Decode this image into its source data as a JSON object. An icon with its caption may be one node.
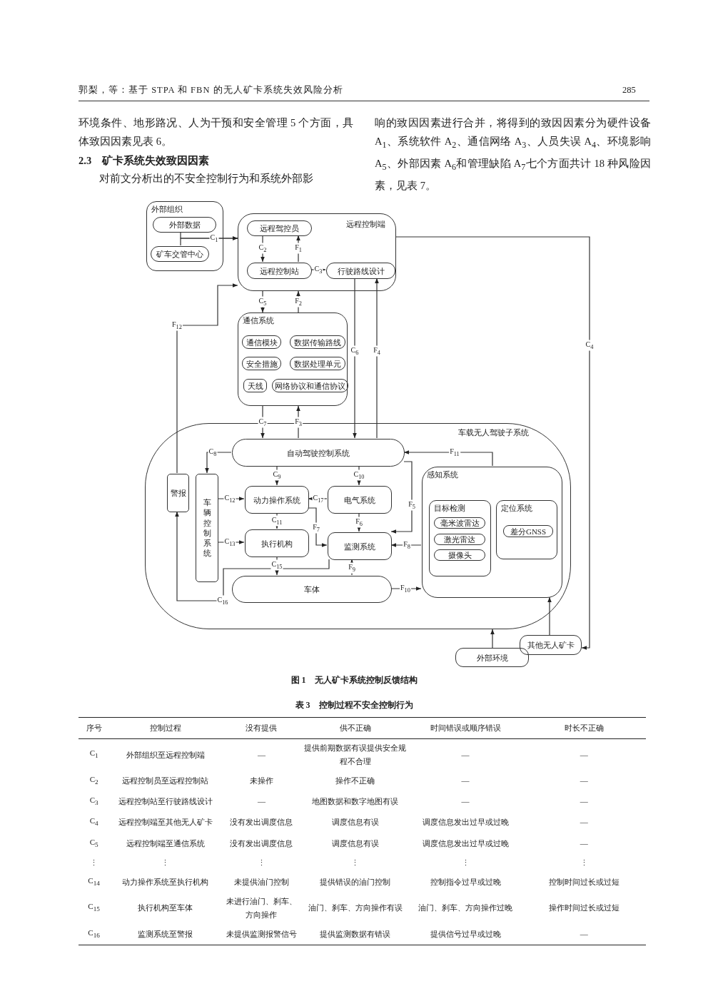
{
  "diagram": {
    "caption": "图 1　无人矿卡系统控制反馈结构",
    "nodes": [
      {
        "text": [
          "外部组织"
        ]
      },
      {
        "text": [
          "外部数据"
        ],
        "in": 0
      },
      {
        "text": [
          "矿车交管中心"
        ],
        "in": 0
      },
      {
        "text": [
          "远程控制端"
        ]
      },
      {
        "text": [
          "远程驾控员"
        ],
        "in": 3
      },
      {
        "text": [
          "远程控制站"
        ],
        "in": 3
      },
      {
        "text": [
          "行驶路线设计"
        ],
        "in": 3
      },
      {
        "text": [
          "通信系统"
        ]
      },
      {
        "text": [
          "通信模块"
        ],
        "in": 7
      },
      {
        "text": [
          "数据传输路线"
        ],
        "in": 7
      },
      {
        "text": [
          "安全措施"
        ],
        "in": 7
      },
      {
        "text": [
          "数据处理单元"
        ],
        "in": 7
      },
      {
        "text": [
          "天线"
        ],
        "in": 7
      },
      {
        "text": [
          "网络协议和通信协议"
        ],
        "in": 7
      },
      {
        "text": [
          "车载无人驾驶子系统"
        ]
      },
      {
        "text": [
          "自动驾驶控制系统"
        ],
        "in": 14
      },
      {
        "text": [
          "警报"
        ],
        "in": 14
      },
      {
        "text": [
          "车辆控制系统"
        ],
        "in": 14
      },
      {
        "text": [
          "动力操作系统"
        ],
        "in": 14
      },
      {
        "text": [
          "电气系统"
        ],
        "in": 14
      },
      {
        "text": [
          "执行机构"
        ],
        "in": 14
      },
      {
        "text": [
          "监测系统"
        ],
        "in": 14
      },
      {
        "text": [
          "车体"
        ],
        "in": 14
      },
      {
        "text": [
          "感知系统"
        ],
        "in": 14
      },
      {
        "text": [
          "目标检测"
        ],
        "in": 23
      },
      {
        "text": [
          "毫米波雷达"
        ],
        "in": 24
      },
      {
        "text": [
          "激光雷达"
        ],
        "in": 24
      },
      {
        "text": [
          "摄像头"
        ],
        "in": 24
      },
      {
        "text": [
          "定位系统"
        ],
        "in": 23
      },
      {
        "text": [
          "差分GNSS"
        ],
        "in": 28
      },
      {
        "text": [
          "外部环境"
        ]
      },
      {
        "text": [
          "其他无人矿卡"
        ]
      }
    ],
    "edges": [
      {
        "from": 1,
        "to": 3,
        "arrow": "to",
        "label": "C$_{1}$"
      },
      {
        "from": 2,
        "to": 3,
        "arrow": "to"
      },
      {
        "from": 4,
        "to": 5,
        "arrow": "to",
        "label": "C$_{2}$"
      },
      {
        "from": 5,
        "to": 4,
        "arrow": "to",
        "label": "F$_{1}$"
      },
      {
        "from": 5,
        "to": 6,
        "arrow": "to",
        "label": "C$_{3}$"
      },
      {
        "from": 3,
        "to": 31,
        "arrow": "to",
        "label": "C$_{4}$"
      },
      {
        "from": 3,
        "to": 7,
        "arrow": "to",
        "label": "C$_{5}$"
      },
      {
        "from": 7,
        "to": 3,
        "arrow": "to",
        "label": "F$_{2}$"
      },
      {
        "from": 6,
        "to": 15,
        "arrow": "to",
        "label": "C$_{6}$"
      },
      {
        "from": 15,
        "to": 6,
        "arrow": "to",
        "label": "F$_{4}$"
      },
      {
        "from": 7,
        "to": 15,
        "arrow": "to",
        "label": "C$_{7}$"
      },
      {
        "from": 15,
        "to": 7,
        "arrow": "to",
        "label": "F$_{3}$"
      },
      {
        "from": 16,
        "to": 3,
        "arrow": "to",
        "label": "F$_{12}$"
      },
      {
        "from": 15,
        "to": 17,
        "arrow": "to",
        "label": "C$_{8}$"
      },
      {
        "from": 15,
        "to": 18,
        "arrow": "to",
        "label": "C$_{9}$"
      },
      {
        "from": 15,
        "to": 19,
        "arrow": "to",
        "label": "C$_{10}$"
      },
      {
        "from": 17,
        "to": 18,
        "arrow": "to",
        "label": "C$_{12}$"
      },
      {
        "from": 19,
        "to": 18,
        "arrow": "to",
        "label": "C$_{17}$"
      },
      {
        "from": 18,
        "to": 20,
        "arrow": "to",
        "label": "C$_{11}$"
      },
      {
        "from": 17,
        "to": 20,
        "arrow": "to",
        "label": "C$_{13}$"
      },
      {
        "from": 18,
        "to": 21,
        "arrow": "to",
        "label": "F$_{7}$"
      },
      {
        "from": 19,
        "to": 21,
        "arrow": "to",
        "label": "F$_{6}$"
      },
      {
        "from": 15,
        "to": 21,
        "arrow": "to",
        "label": "F$_{5}$"
      },
      {
        "from": 23,
        "to": 21,
        "arrow": "to",
        "label": "F$_{8}$"
      },
      {
        "from": 23,
        "to": 15,
        "arrow": "to",
        "label": "F$_{11}$"
      },
      {
        "from": 20,
        "to": 22,
        "arrow": "to",
        "label": "C$_{15}$"
      },
      {
        "from": 22,
        "to": 21,
        "arrow": "to",
        "label": "F$_{9}$"
      },
      {
        "from": 22,
        "to": 23,
        "arrow": "to",
        "label": "F$_{10}$"
      },
      {
        "from": 21,
        "to": 16,
        "arrow": "to",
        "label": "C$_{16}$"
      },
      {
        "from": 30,
        "to": 14,
        "arrow": "to"
      },
      {
        "from": 31,
        "to": 23,
        "arrow": "to"
      }
    ],
    "labels": [
      "郭梨，等：基于 STPA 和 FBN 的无人矿卡系统失效风险分析",
      "285",
      "环境条件、地形路况、人为干预和安全管理 5 个方面，具体致因因素见表 6。",
      "2.3　矿卡系统失效致因因素",
      "对前文分析出的不安全控制行为和系统外部影",
      "响的致因因素进行合并，将得到的致因因素分为硬件设备 A$_{1}$、系统软件 A$_{2}$、通信网络 A$_{3}$、人员失误 A$_{4}$、环境影响 A$_{5}$、外部因素 A$_{6}$和管理缺陷 A$_{7}$七个方面共计 18 种风险因素，见表 7。",
      "表 3　控制过程不安全控制行为",
      "序号",
      "控制过程",
      "没有提供",
      "供不正确",
      "时间错误或顺序错误",
      "时长不正确",
      "C$_{1}$",
      "外部组织至远程控制端",
      "—",
      "提供前期数据有误提供安全规程不合理",
      "—",
      "—",
      "C$_{2}$",
      "远程控制员至远程控制站",
      "未操作",
      "操作不正确",
      "—",
      "—",
      "C$_{3}$",
      "远程控制站至行驶路线设计",
      "—",
      "地图数据和数字地图有误",
      "—",
      "—",
      "C$_{4}$",
      "远程控制端至其他无人矿卡",
      "没有发出调度信息",
      "调度信息有误",
      "调度信息发出过早或过晚",
      "—",
      "C$_{5}$",
      "远程控制端至通信系统",
      "没有发出调度信息",
      "调度信息有误",
      "调度信息发出过早或过晚",
      "—",
      "⋮",
      "⋮",
      "⋮",
      "⋮",
      "⋮",
      "⋮",
      "C$_{14}$",
      "动力操作系统至执行机构",
      "未提供油门控制",
      "提供错误的油门控制",
      "控制指令过早或过晚",
      "控制时间过长或过短",
      "C$_{15}$",
      "执行机构至车体",
      "未进行油门、刹车、方向操作",
      "油门、刹车、方向操作有误",
      "油门、刹车、方向操作过晚",
      "操作时间过长或过短",
      "C$_{16}$",
      "监测系统至警报",
      "未提供监测报警信号",
      "提供监测数据有错误",
      "提供信号过早或过晚",
      "—"
    ]
  }
}
